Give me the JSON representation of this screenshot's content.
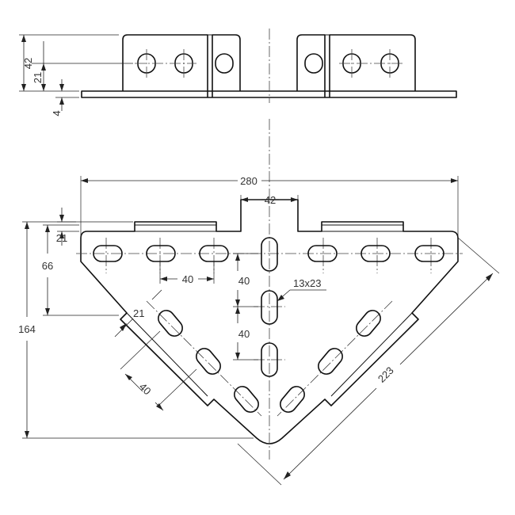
{
  "drawing": {
    "title": "",
    "dimensions": {
      "top_height_total": "42",
      "top_height_mid": "21",
      "top_thickness": "4",
      "overall_width": "280",
      "center_tab_width": "42",
      "edge_offset_21": "21",
      "row_offset_66": "66",
      "slot_pitch_horizontal": "40",
      "slot_pitch_vertical_1": "40",
      "slot_pitch_vertical_2": "40",
      "slot_size": "13x23",
      "diag_offset_21": "21",
      "diag_pitch_40": "40",
      "overall_height": "164",
      "diagonal_length": "223"
    }
  }
}
